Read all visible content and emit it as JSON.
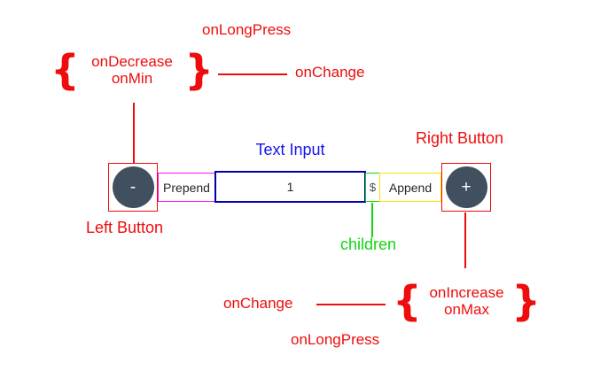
{
  "colors": {
    "red": "#ee0c0c",
    "blue": "#1414f0",
    "navy": "#0000a8",
    "magenta": "#f711f7",
    "green": "#0fd60f",
    "yellow": "#ffe400",
    "circle": "#40505f",
    "dark_text": "#262626"
  },
  "symbols": {
    "brace_open": "{",
    "brace_close": "}"
  },
  "annotations": {
    "top_long_press": "onLongPress",
    "top_brace_events": [
      "onDecrease",
      "onMin"
    ],
    "top_change": "onChange",
    "left_button_label": "Left Button",
    "right_button_label": "Right Button",
    "text_input_label": "Text Input",
    "children_label": "children",
    "bottom_change": "onChange",
    "bottom_brace_events": [
      "onIncrease",
      "onMax"
    ],
    "bottom_long_press": "onLongPress"
  },
  "component": {
    "left_button": "-",
    "prepend": "Prepend",
    "input_value": "1",
    "children": "$",
    "append": "Append",
    "right_button": "+"
  }
}
